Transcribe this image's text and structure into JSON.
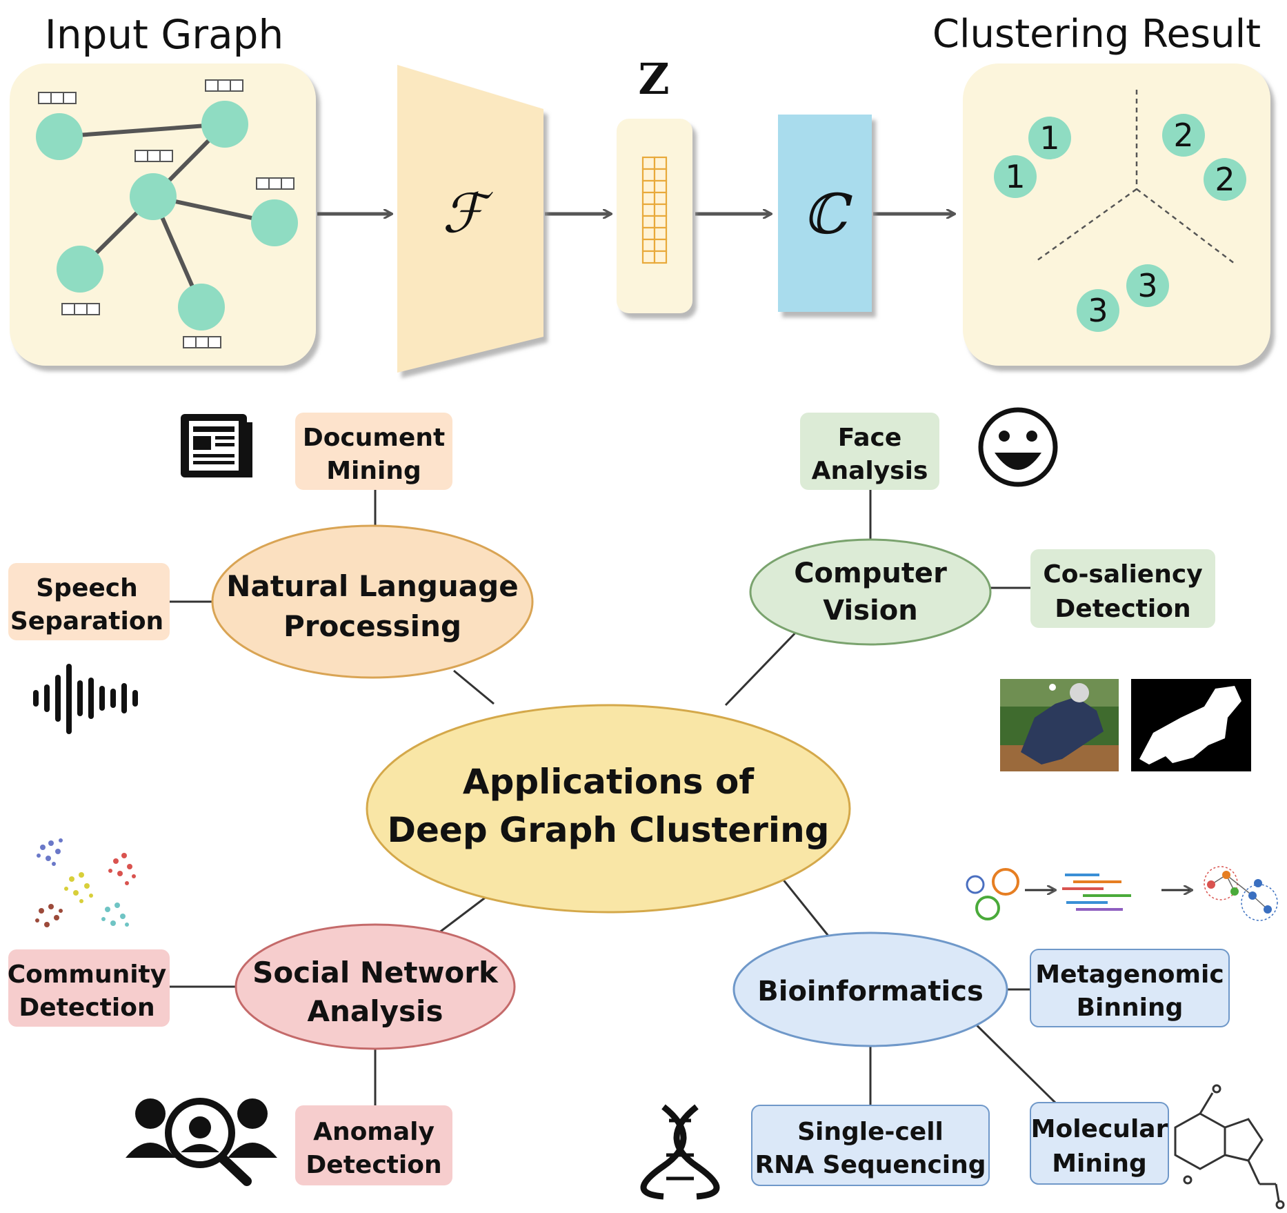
{
  "pipeline": {
    "input_title": "Input Graph",
    "encoder_symbol": "ℱ",
    "embedding_label": "Z",
    "clusterer_symbol": "ℂ",
    "result_title": "Clustering Result",
    "cluster_labels": [
      "1",
      "1",
      "2",
      "2",
      "3",
      "3"
    ]
  },
  "center": {
    "line1": "Applications of",
    "line2": "Deep Graph Clustering",
    "color": "#f9e6a6"
  },
  "domains": {
    "nlp": {
      "line1": "Natural Language",
      "line2": "Processing",
      "color": "#fbe0c0"
    },
    "cv": {
      "line1": "Computer",
      "line2": "Vision",
      "color": "#dcebd6"
    },
    "sna": {
      "line1": "Social Network",
      "line2": "Analysis",
      "color": "#f6cdcd"
    },
    "bio": {
      "line1": "Bioinformatics",
      "color": "#dbe8f8"
    }
  },
  "tasks": {
    "document_mining": {
      "line1": "Document",
      "line2": "Mining"
    },
    "speech_separation": {
      "line1": "Speech",
      "line2": "Separation"
    },
    "face_analysis": {
      "line1": "Face",
      "line2": "Analysis"
    },
    "co_saliency": {
      "line1": "Co-saliency",
      "line2": "Detection"
    },
    "community_detection": {
      "line1": "Community",
      "line2": "Detection"
    },
    "anomaly_detection": {
      "line1": "Anomaly",
      "line2": "Detection"
    },
    "metagenomic_binning": {
      "line1": "Metagenomic",
      "line2": "Binning"
    },
    "single_cell": {
      "line1": "Single-cell",
      "line2": "RNA Sequencing"
    },
    "molecular_mining": {
      "line1": "Molecular",
      "line2": "Mining"
    }
  },
  "colors": {
    "node": "#8fdcc2",
    "panel": "#fcf5dc",
    "encoder": "#fbe8c0",
    "clusterer": "#a9dced",
    "embedding_cell": "#e8a93a",
    "nlp_task": "#fde3cc",
    "cv_task": "#dcebd6",
    "sna_task": "#f6cdcd",
    "bio_task": "#dbe8f8"
  },
  "icons": [
    "newspaper-icon",
    "smiley-face-icon",
    "sound-wave-icon",
    "network-communities-icon",
    "metagenome-pipeline-icon",
    "user-search-icon",
    "dna-icon",
    "molecule-icon",
    "baseball-photo",
    "saliency-mask"
  ]
}
